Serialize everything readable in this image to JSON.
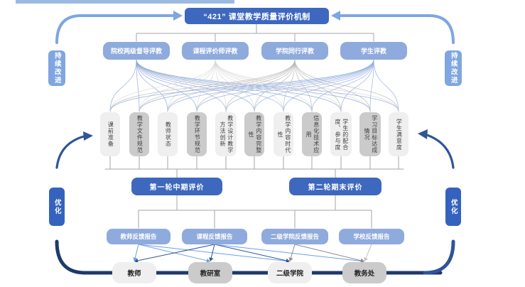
{
  "title": {
    "label": "“421” 课堂教学质量评价机制"
  },
  "side": {
    "left_top": "持续改进",
    "left_bottom": "优化",
    "right_top": "持续改进",
    "right_bottom": "优化"
  },
  "evaluators": [
    {
      "label": "院校两级督导评教"
    },
    {
      "label": "课程评价师评教"
    },
    {
      "label": "学院同行评教"
    },
    {
      "label": "学生评教"
    }
  ],
  "criteria": [
    {
      "label": "课前准备",
      "tone": "light"
    },
    {
      "label": "教学文件规范",
      "tone": "dark"
    },
    {
      "label": "教师状态",
      "tone": "light"
    },
    {
      "label": "教学环节规范",
      "tone": "dark"
    },
    {
      "label": "教学设计教学方法创新",
      "tone": "light"
    },
    {
      "label": "教学内容完整性",
      "tone": "dark"
    },
    {
      "label": "教学内容时代性",
      "tone": "light"
    },
    {
      "label": "信息化技术应用",
      "tone": "dark"
    },
    {
      "label": "学生的配合度、参与度",
      "tone": "light"
    },
    {
      "label": "学习目标达成情况",
      "tone": "dark"
    },
    {
      "label": "学生满意度",
      "tone": "light"
    }
  ],
  "rounds": [
    {
      "label": "第一轮中期评价"
    },
    {
      "label": "第二轮期末评价"
    }
  ],
  "reports": [
    {
      "label": "教师反馈报告"
    },
    {
      "label": "课程反馈报告"
    },
    {
      "label": "二级学院反馈报告"
    },
    {
      "label": "学校反馈报告"
    }
  ],
  "orgs": [
    {
      "label": "教师",
      "tone": "light"
    },
    {
      "label": "教研室",
      "tone": "dark"
    },
    {
      "label": "二级学院",
      "tone": "light"
    },
    {
      "label": "教务处",
      "tone": "dark"
    }
  ],
  "colors": {
    "accent_blue": "#3E68BE",
    "light_blue_box": "#8FAADC",
    "loop_light": "#7FA6E0",
    "loop_dark": "#2F5597",
    "loop_navy": "#1F3A68",
    "connector_gray": "#A6A6A6",
    "fan": [
      "#8FA8D8",
      "#D9D9D9",
      "#B9B9B9",
      "#94AFE0"
    ],
    "edge_lightblue": "#6D9EEB",
    "edge_darkblue": "#2F5597",
    "edge_gray": "#8C8C8C",
    "edge_lightgray": "#C3C3C3"
  },
  "report_org_edges": [
    {
      "from": 0,
      "to": 0,
      "color": "edge_lightblue"
    },
    {
      "from": 0,
      "to": 1,
      "color": "edge_lightblue"
    },
    {
      "from": 0,
      "to": 2,
      "color": "edge_lightblue"
    },
    {
      "from": 1,
      "to": 0,
      "color": "edge_darkblue"
    },
    {
      "from": 1,
      "to": 1,
      "color": "edge_darkblue"
    },
    {
      "from": 1,
      "to": 2,
      "color": "edge_darkblue"
    },
    {
      "from": 1,
      "to": 3,
      "color": "edge_lightblue"
    },
    {
      "from": 2,
      "to": 2,
      "color": "edge_gray"
    },
    {
      "from": 2,
      "to": 3,
      "color": "edge_gray"
    },
    {
      "from": 3,
      "to": 3,
      "color": "edge_lightgray"
    }
  ]
}
